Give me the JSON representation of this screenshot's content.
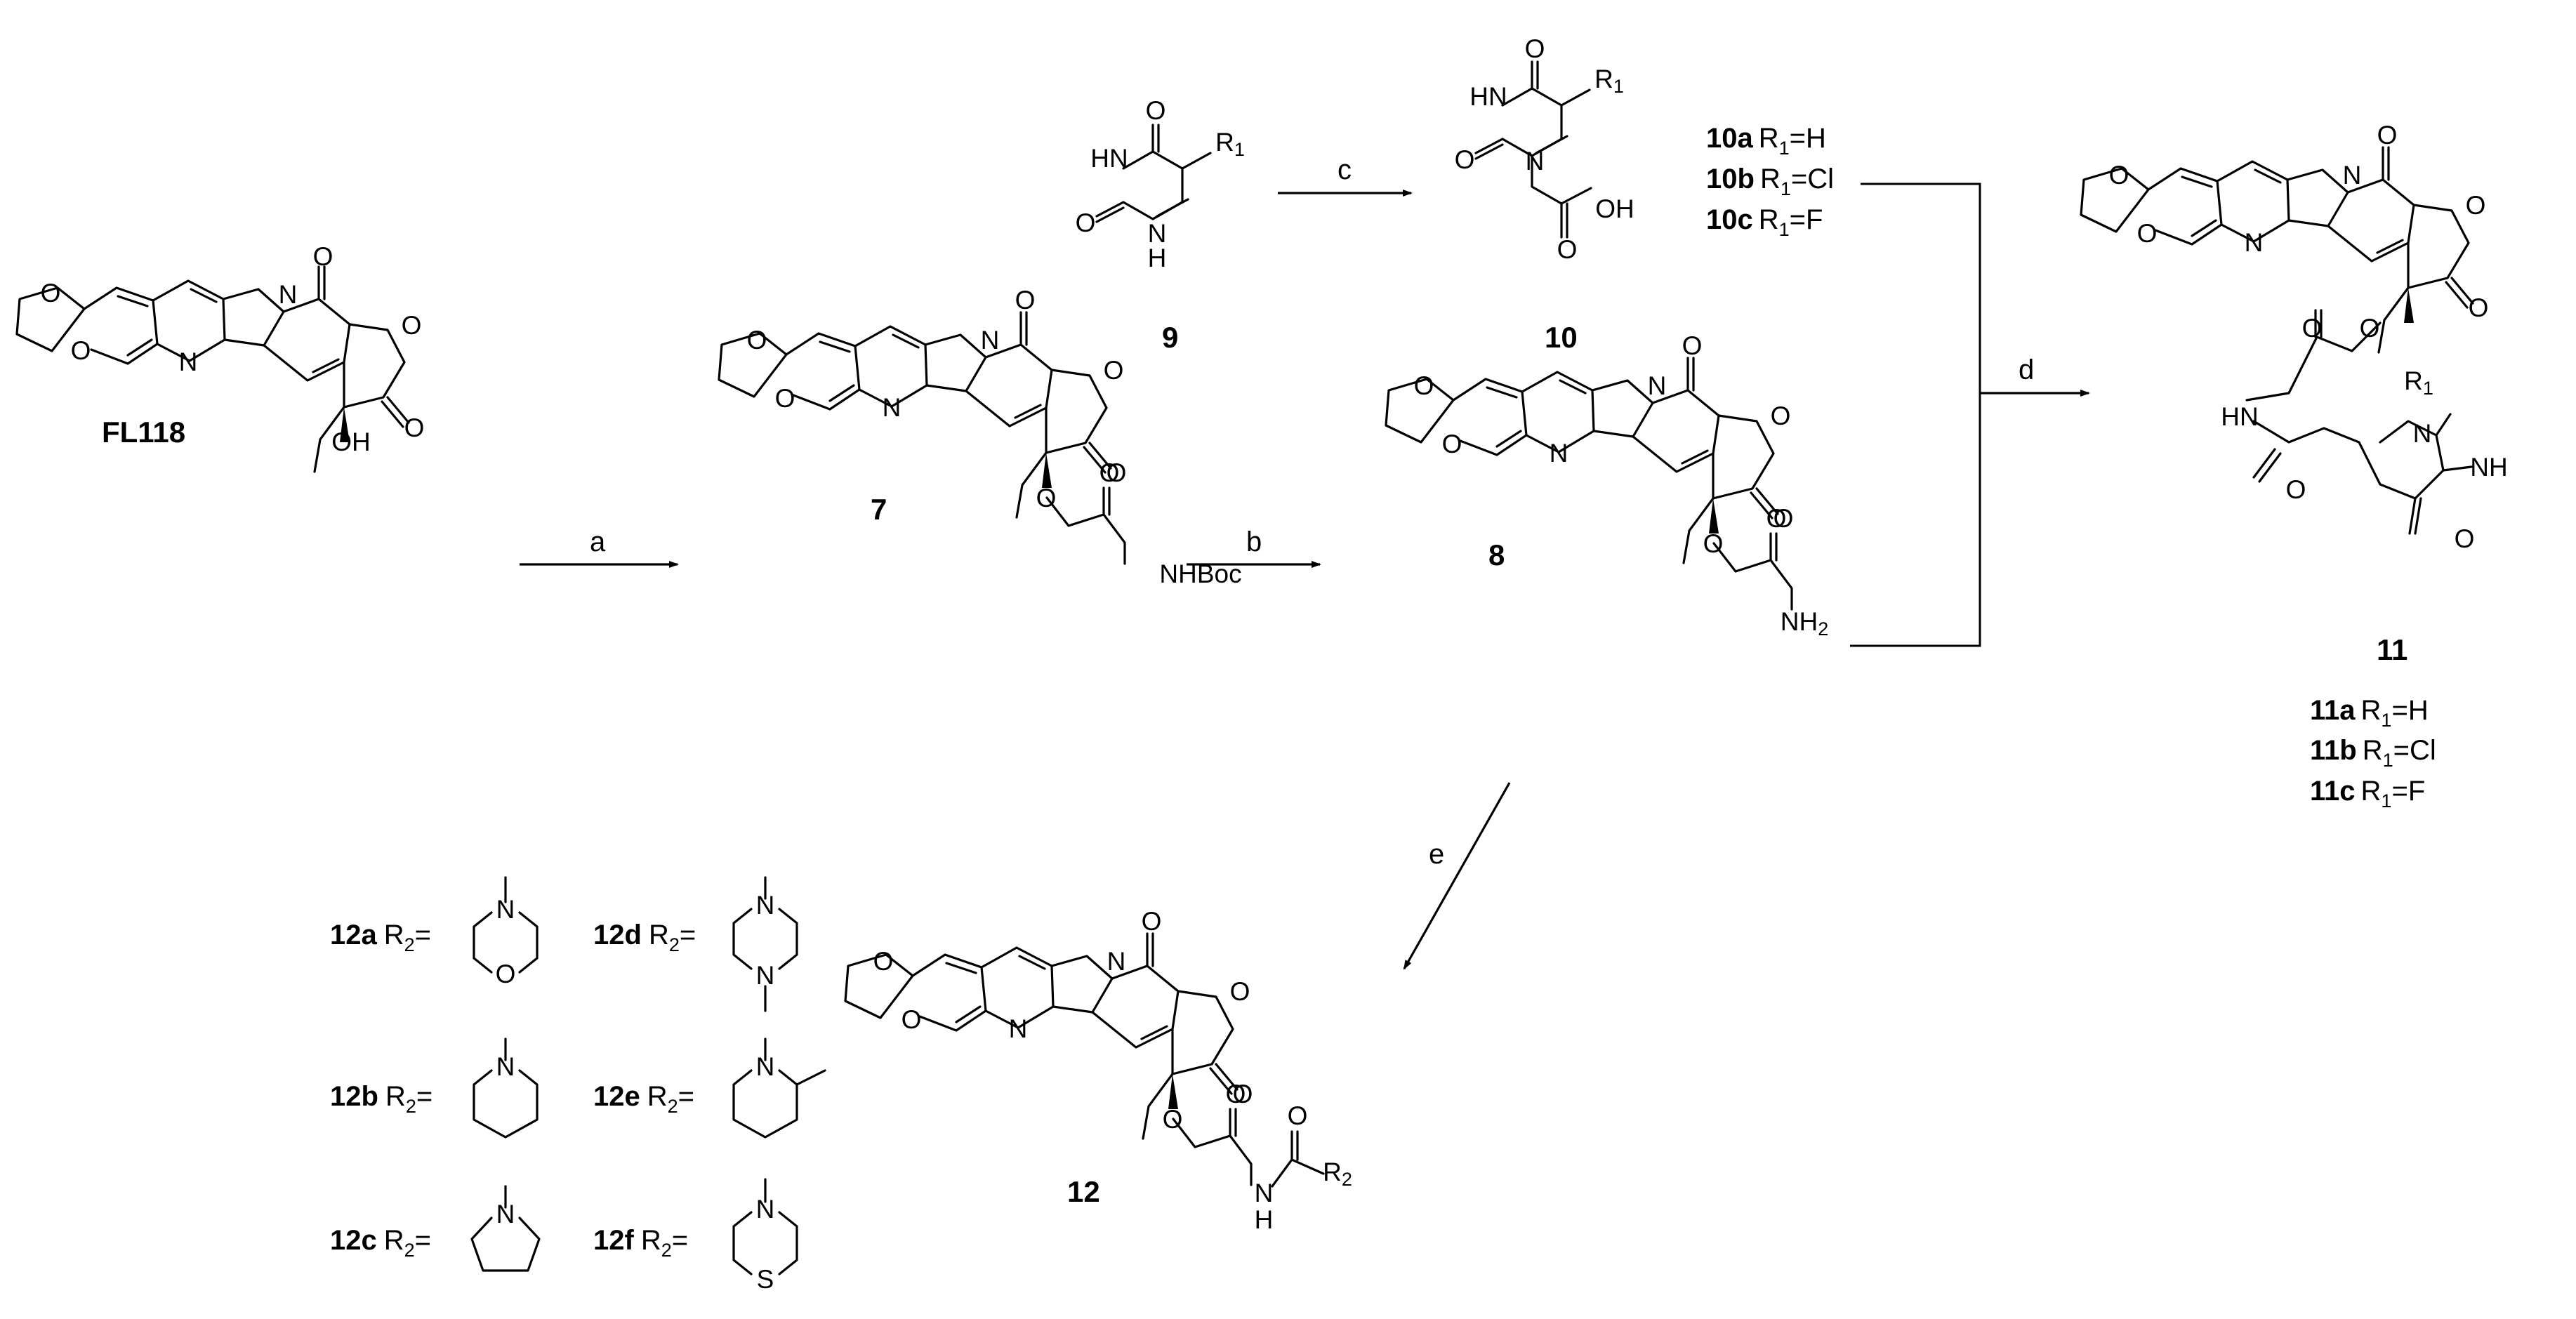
{
  "compounds": {
    "fl118": "FL118",
    "c7": "7",
    "c8": "8",
    "c9": "9",
    "c10": "10",
    "c11": "11",
    "c12": "12"
  },
  "reagents": {
    "a": "a",
    "b": "b",
    "c": "c",
    "d": "d",
    "e": "e"
  },
  "atoms": {
    "O": "O",
    "N": "N",
    "S": "S",
    "HN": "HN",
    "NH": "NH",
    "H": "H",
    "OH": "OH",
    "NHBoc": "NHBoc",
    "NH2": "NH",
    "two": "2",
    "R": "R",
    "one": "1"
  },
  "variants10": [
    {
      "id": "10a",
      "r": "R",
      "sub": "1",
      "val": "=H"
    },
    {
      "id": "10b",
      "r": "R",
      "sub": "1",
      "val": "=Cl"
    },
    {
      "id": "10c",
      "r": "R",
      "sub": "1",
      "val": "=F"
    }
  ],
  "variants11": [
    {
      "id": "11a",
      "r": "R",
      "sub": "1",
      "val": "=H"
    },
    {
      "id": "11b",
      "r": "R",
      "sub": "1",
      "val": "=Cl"
    },
    {
      "id": "11c",
      "r": "R",
      "sub": "1",
      "val": "=F"
    }
  ],
  "variants12": [
    {
      "id": "12a",
      "r": "R",
      "sub": "2",
      "val": "="
    },
    {
      "id": "12b",
      "r": "R",
      "sub": "2",
      "val": "="
    },
    {
      "id": "12c",
      "r": "R",
      "sub": "2",
      "val": "="
    },
    {
      "id": "12d",
      "r": "R",
      "sub": "2",
      "val": "="
    },
    {
      "id": "12e",
      "r": "R",
      "sub": "2",
      "val": "="
    },
    {
      "id": "12f",
      "r": "R",
      "sub": "2",
      "val": "="
    }
  ]
}
